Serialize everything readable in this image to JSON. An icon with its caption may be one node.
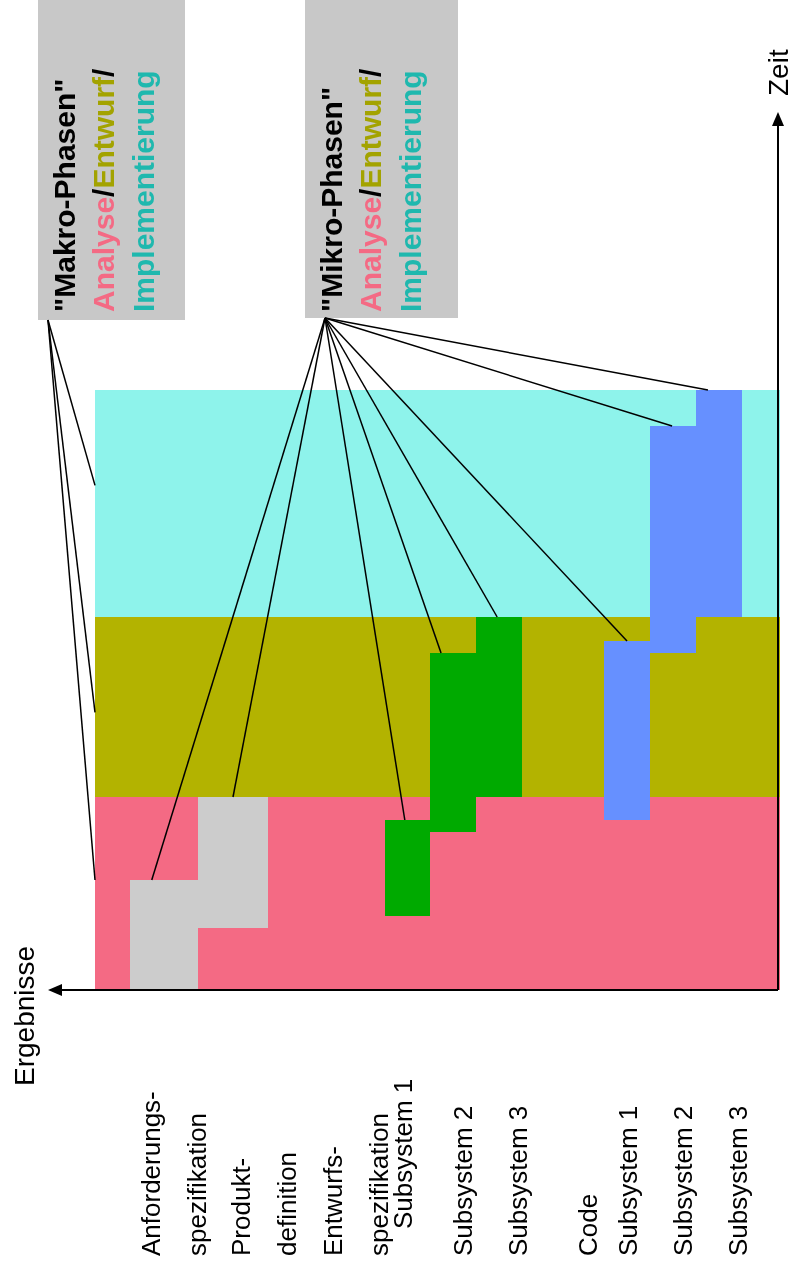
{
  "diagram": {
    "nodes": [
      {
        "text": [
          "\"Makro-Phasen\"",
          "Analyse/Entwurf/Implementierung"
        ]
      },
      {
        "text": [
          "\"Mikro-Phasen\"",
          "Analyse/Entwurf/Implementierung"
        ]
      },
      {
        "text": [],
        "shape": "band"
      },
      {
        "text": [],
        "shape": "band"
      },
      {
        "text": [],
        "shape": "band"
      },
      {
        "text": [],
        "shape": "box",
        "in": 2
      },
      {
        "text": [],
        "shape": "box",
        "in": 2
      },
      {
        "text": [],
        "shape": "box",
        "in": 2
      },
      {
        "text": [],
        "shape": "box"
      },
      {
        "text": [],
        "shape": "box",
        "in": 3
      },
      {
        "text": [],
        "shape": "box"
      },
      {
        "text": [],
        "shape": "box"
      },
      {
        "text": [],
        "shape": "box",
        "in": 4
      }
    ],
    "edges": [
      {
        "from": 0,
        "to": 2,
        "arrow": "none"
      },
      {
        "from": 0,
        "to": 3,
        "arrow": "none"
      },
      {
        "from": 0,
        "to": 4,
        "arrow": "none"
      },
      {
        "from": 1,
        "to": 5,
        "arrow": "none"
      },
      {
        "from": 1,
        "to": 6,
        "arrow": "none"
      },
      {
        "from": 1,
        "to": 7,
        "arrow": "none"
      },
      {
        "from": 1,
        "to": 8,
        "arrow": "none"
      },
      {
        "from": 1,
        "to": 9,
        "arrow": "none"
      },
      {
        "from": 1,
        "to": 10,
        "arrow": "none"
      },
      {
        "from": 1,
        "to": 11,
        "arrow": "none"
      },
      {
        "from": 1,
        "to": 12,
        "arrow": "none"
      }
    ],
    "labels": [
      "Zeit",
      "Ergebnisse",
      "Anforderungs- spezifikation",
      "Produkt- definition",
      "Entwurfs- spezifikation",
      "Subsystem 1",
      "Subsystem 2",
      "Subsystem 3",
      "Code",
      "Subsystem 1",
      "Subsystem 2",
      "Subsystem 3"
    ]
  }
}
